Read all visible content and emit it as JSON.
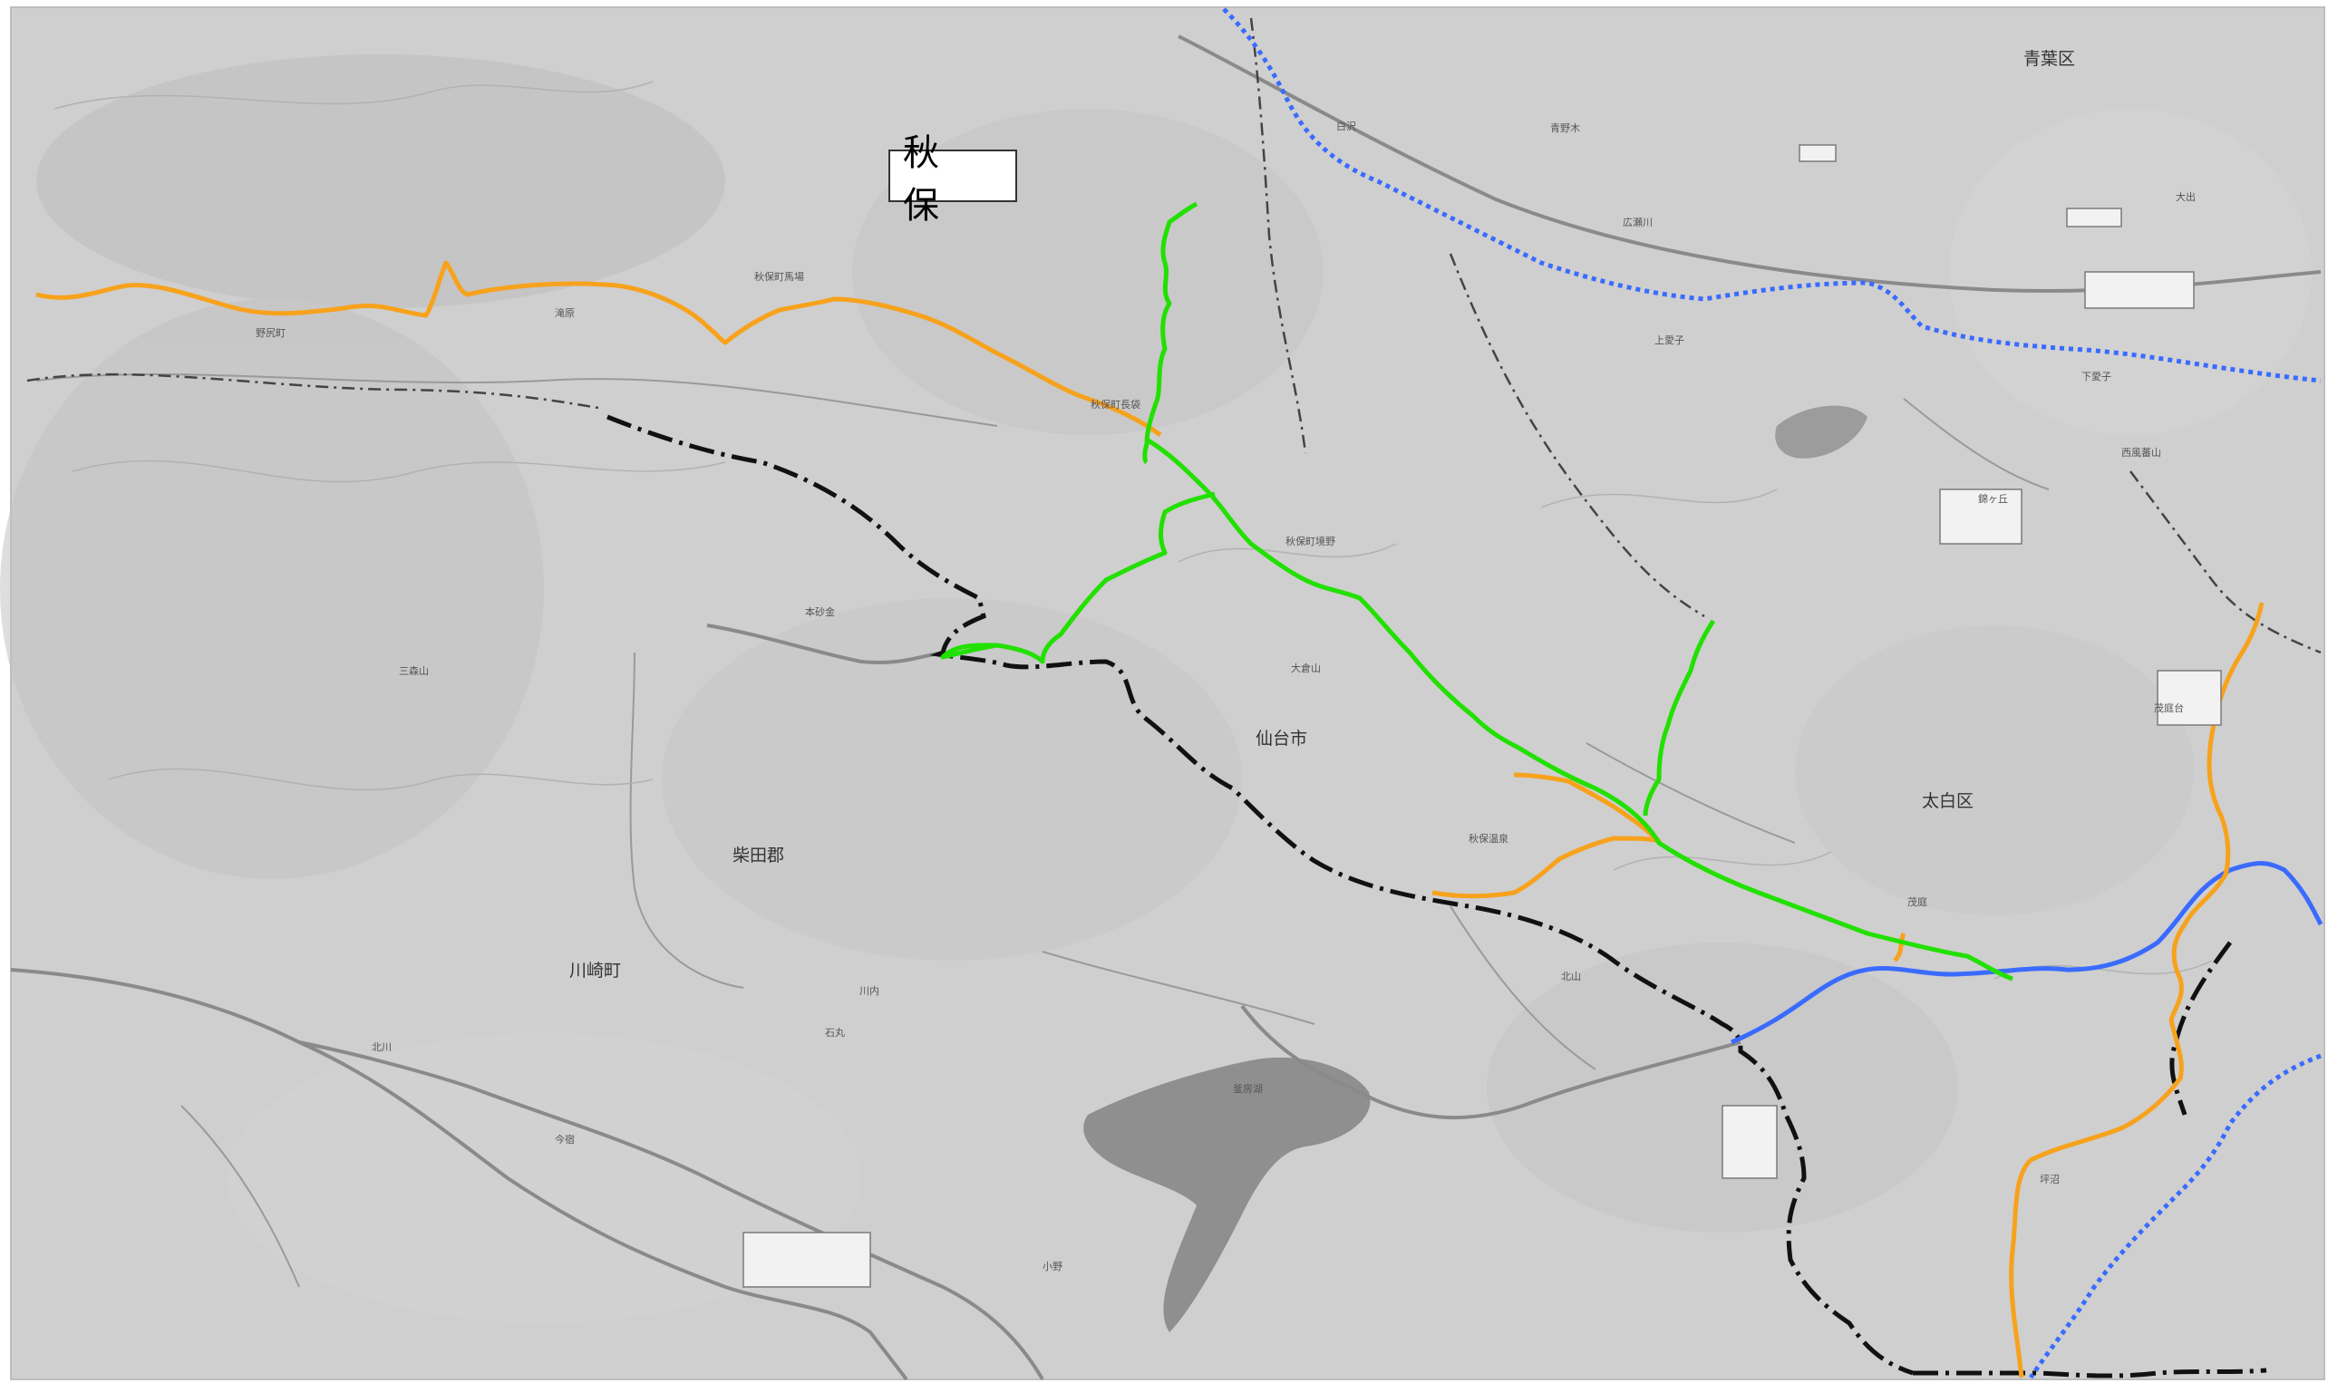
{
  "region_label": "秋 保",
  "colors": {
    "background": "#cfcfcf",
    "route_green": "#22e000",
    "route_orange": "#f7a21c",
    "river_blue": "#3a6bff",
    "boundary_black": "#111111",
    "road_gray": "#8a8a8a",
    "lake_gray": "#8f8f8f"
  },
  "places": {
    "aoba_ku": "青葉区",
    "taihaku_ku": "太白区",
    "sendai_shi": "仙台市",
    "shibata_gun": "柴田郡",
    "kawasaki_machi": "川崎町",
    "akiu_baba": "秋保町馬場",
    "akiu_nagafukuro": "秋保町長袋",
    "akiu_yumoto": "秋保町境野",
    "akiu_onsen": "秋保温泉",
    "shirasawa": "白沢",
    "aomoriki": "青野木",
    "hirosegawa": "広瀬川",
    "nozoe": "野尻町",
    "takiharu": "滝原",
    "ogura": "大倉山",
    "kamagafuchi": "釜房湖",
    "oyama": "北山",
    "imajuku": "今宿",
    "kitagawa": "北川",
    "ishimaru": "石丸",
    "kawauchi": "川内",
    "ono": "小野",
    "moniwa": "茂庭",
    "motosunagane": "本砂金",
    "mitsumori": "三森山",
    "shimoaiko": "下愛子",
    "kamiaiko": "上愛子",
    "oide": "大出",
    "nishi_kazusa": "西風蕃山",
    "gogo": "錦ヶ丘",
    "moniwadai": "茂庭台",
    "nagamachi": "坪沼"
  }
}
